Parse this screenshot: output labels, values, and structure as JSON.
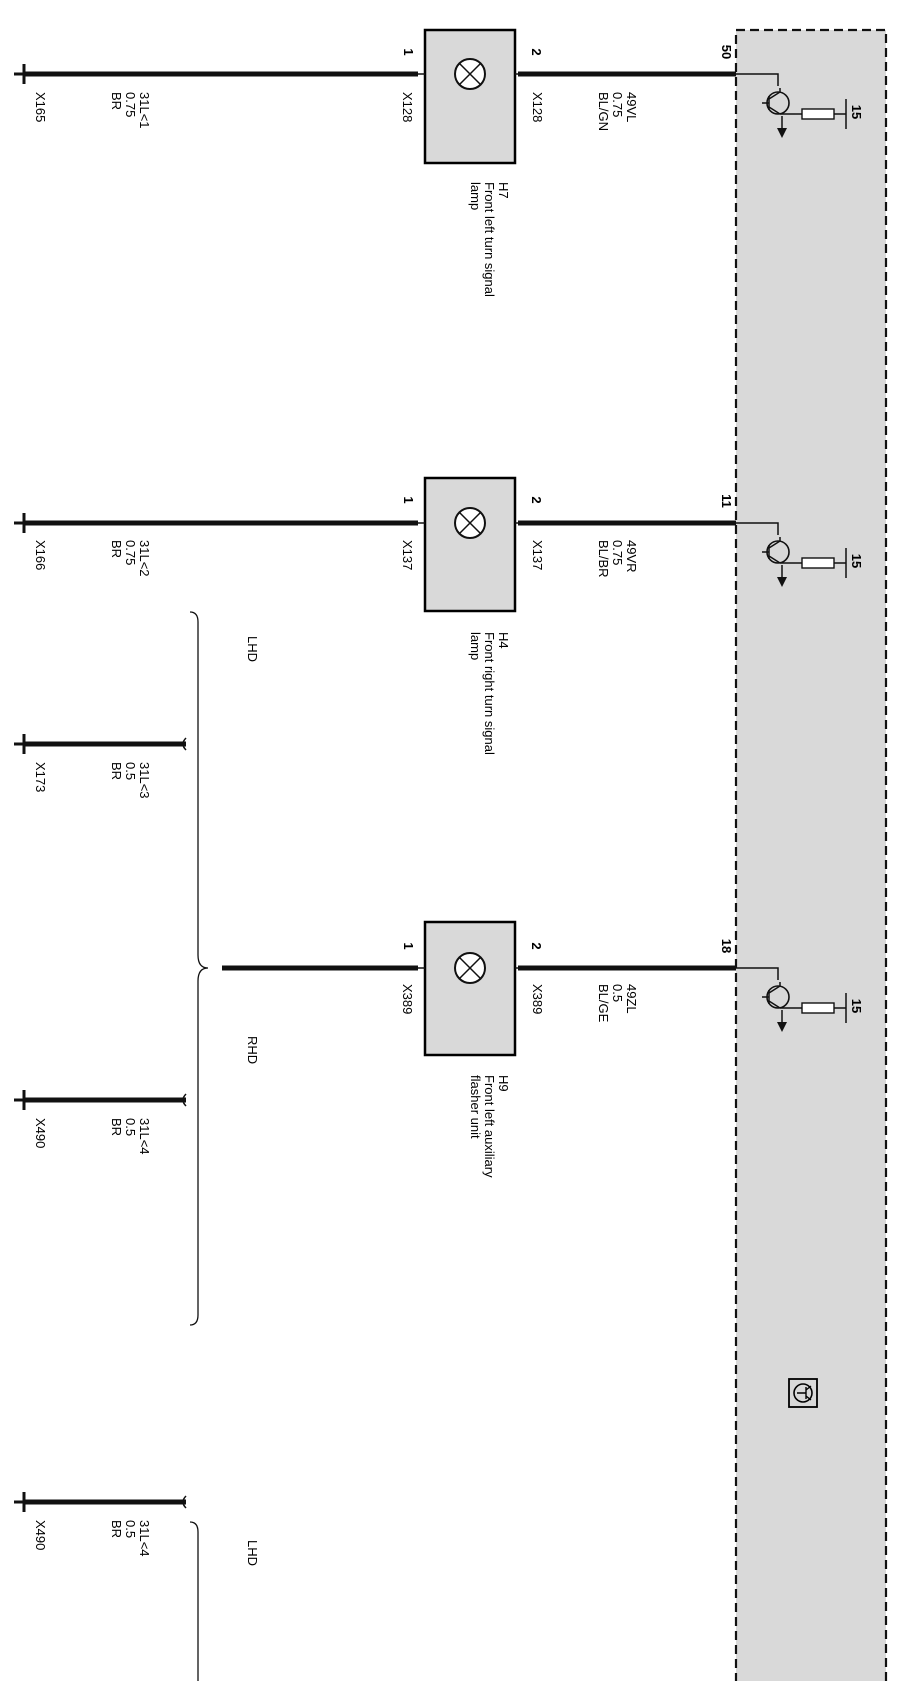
{
  "module": {
    "outputs": [
      {
        "pin": "50",
        "supply": "15"
      },
      {
        "pin": "11",
        "supply": "15"
      },
      {
        "pin": "18",
        "supply": "15"
      }
    ],
    "icon": "control-unit-icon"
  },
  "lamps": [
    {
      "pin_in": "2",
      "pin_out": "1",
      "connector_in": "X128",
      "connector_out": "X128",
      "id": "H7",
      "name_line1": "Front left turn signal",
      "name_line2": "lamp",
      "supply_wire": {
        "code": "49VL",
        "size": "0.75",
        "color": "BL/GN"
      },
      "ground_wire": {
        "code": "31L<1",
        "size": "0.75",
        "color": "BR"
      },
      "ground": "X165"
    },
    {
      "pin_in": "2",
      "pin_out": "1",
      "connector_in": "X137",
      "connector_out": "X137",
      "id": "H4",
      "name_line1": "Front right turn signal",
      "name_line2": "lamp",
      "supply_wire": {
        "code": "49VR",
        "size": "0.75",
        "color": "BL/BR"
      },
      "ground_wire": {
        "code": "31L<2",
        "size": "0.75",
        "color": "BR"
      },
      "ground": "X166"
    },
    {
      "pin_in": "2",
      "pin_out": "1",
      "connector_in": "X389",
      "connector_out": "X389",
      "id": "H9",
      "name_line1": "Front left auxiliary",
      "name_line2": "flasher unit",
      "supply_wire": {
        "code": "49ZL",
        "size": "0.5",
        "color": "BL/GE"
      }
    }
  ],
  "variants": [
    {
      "label": "LHD",
      "wire": {
        "code": "31L<3",
        "size": "0.5",
        "color": "BR"
      },
      "ground": "X173"
    },
    {
      "label": "RHD",
      "wire": {
        "code": "31L<4",
        "size": "0.5",
        "color": "BR"
      },
      "ground": "X490"
    },
    {
      "label": "LHD",
      "wire": {
        "code": "31L<4",
        "size": "0.5",
        "color": "BR"
      },
      "ground": "X490"
    }
  ],
  "colors": {
    "module_fill": "#d9d9d9",
    "wire": "#111111"
  }
}
